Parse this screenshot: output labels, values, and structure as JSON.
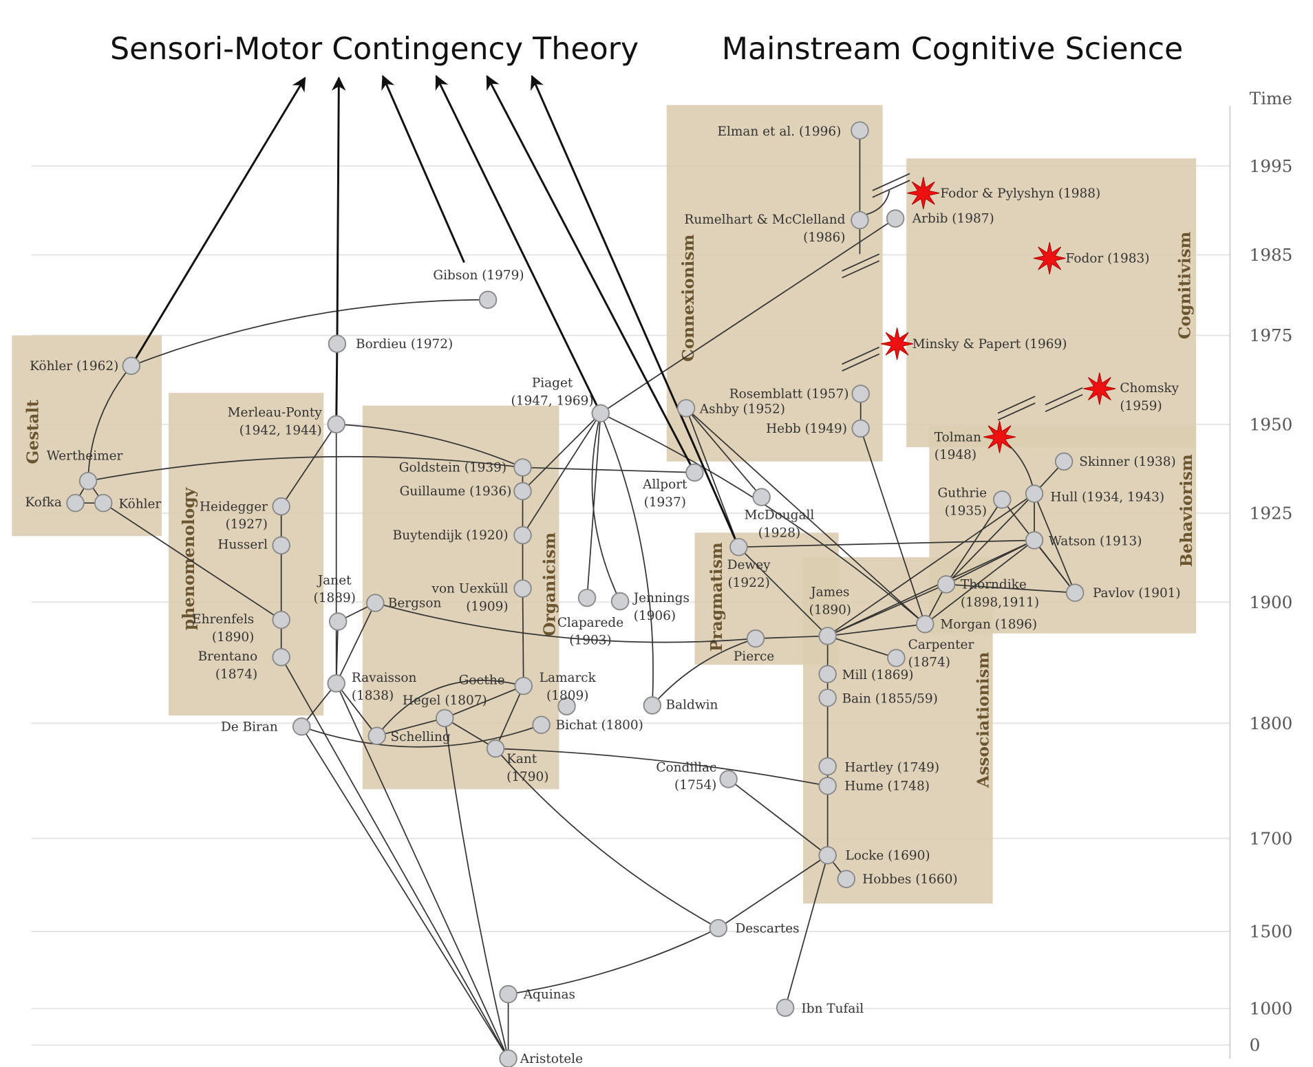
{
  "titles": {
    "left": "Sensori-Motor Contingency Theory",
    "right": "Mainstream Cognitive Science"
  },
  "time_axis": {
    "label": "Time",
    "ticks": [
      "1995",
      "1985",
      "1975",
      "1950",
      "1925",
      "1900",
      "1800",
      "1700",
      "1500",
      "1000",
      "0"
    ]
  },
  "schools": [
    {
      "id": "gestalt",
      "label": "Gestalt"
    },
    {
      "id": "phenomenology",
      "label": "phenomenology"
    },
    {
      "id": "organicism",
      "label": "Organicism"
    },
    {
      "id": "connexionism",
      "label": "Connexionism"
    },
    {
      "id": "cognitivism",
      "label": "Cognitivism"
    },
    {
      "id": "behaviorism",
      "label": "Behaviorism"
    },
    {
      "id": "pragmatism",
      "label": "Pragmatism"
    },
    {
      "id": "associationism",
      "label": "Associationism"
    }
  ],
  "colors": {
    "school_box": "#dccdb0",
    "node": "#cfd0d4",
    "star": "#ee1111"
  },
  "nodes": [
    {
      "id": "k62",
      "lines": [
        "Köhler (1962)"
      ]
    },
    {
      "id": "wert",
      "lines": [
        "Wertheimer"
      ]
    },
    {
      "id": "kofka",
      "lines": [
        "Kofka"
      ]
    },
    {
      "id": "kohler",
      "lines": [
        "Köhler"
      ]
    },
    {
      "id": "gibson",
      "lines": [
        "Gibson (1979)"
      ]
    },
    {
      "id": "bordieu",
      "lines": [
        "Bordieu (1972)"
      ]
    },
    {
      "id": "merleau",
      "lines": [
        "Merleau-Ponty",
        "(1942, 1944)"
      ]
    },
    {
      "id": "heidegger",
      "lines": [
        "Heidegger",
        "(1927)"
      ]
    },
    {
      "id": "husserl",
      "lines": [
        "Husserl"
      ]
    },
    {
      "id": "ehrenfels",
      "lines": [
        "Ehrenfels",
        "(1890)"
      ]
    },
    {
      "id": "brentano",
      "lines": [
        "Brentano",
        "(1874)"
      ]
    },
    {
      "id": "janet",
      "lines": [
        "Janet",
        "(1889)"
      ]
    },
    {
      "id": "bergson",
      "lines": [
        "Bergson"
      ]
    },
    {
      "id": "ravaisson",
      "lines": [
        "Ravaisson",
        "(1838)"
      ]
    },
    {
      "id": "debiran",
      "lines": [
        "De Biran"
      ]
    },
    {
      "id": "goldstein",
      "lines": [
        "Goldstein (1939)"
      ]
    },
    {
      "id": "guillaume",
      "lines": [
        "Guillaume (1936)"
      ]
    },
    {
      "id": "buytendijk",
      "lines": [
        "Buytendijk (1920)"
      ]
    },
    {
      "id": "uexkull",
      "lines": [
        "von Uexküll",
        "(1909)"
      ]
    },
    {
      "id": "goethe",
      "lines": [
        "Goethe"
      ]
    },
    {
      "id": "lamarck",
      "lines": [
        "Lamarck",
        "(1809)"
      ]
    },
    {
      "id": "bichat",
      "lines": [
        "Bichat (1800)"
      ]
    },
    {
      "id": "hegel",
      "lines": [
        "Hegel (1807)"
      ]
    },
    {
      "id": "schelling",
      "lines": [
        "Schelling"
      ]
    },
    {
      "id": "kant",
      "lines": [
        "Kant",
        "(1790)"
      ]
    },
    {
      "id": "piaget",
      "lines": [
        "Piaget",
        "(1947, 1969)"
      ]
    },
    {
      "id": "claparede",
      "lines": [
        "Claparede",
        "(1903)"
      ]
    },
    {
      "id": "jennings",
      "lines": [
        "Jennings",
        "(1906)"
      ]
    },
    {
      "id": "allport",
      "lines": [
        "Allport",
        "(1937)"
      ]
    },
    {
      "id": "baldwin",
      "lines": [
        "Baldwin"
      ]
    },
    {
      "id": "ashby",
      "lines": [
        "Ashby (1952)"
      ]
    },
    {
      "id": "mcdougall",
      "lines": [
        "McDougall",
        "(1928)"
      ]
    },
    {
      "id": "dewey",
      "lines": [
        "Dewey",
        "(1922)"
      ]
    },
    {
      "id": "pierce",
      "lines": [
        "Pierce"
      ]
    },
    {
      "id": "james",
      "lines": [
        "James",
        "(1890)"
      ]
    },
    {
      "id": "carpenter",
      "lines": [
        "Carpenter",
        "(1874)"
      ]
    },
    {
      "id": "mill",
      "lines": [
        "Mill (1869)"
      ]
    },
    {
      "id": "bain",
      "lines": [
        "Bain (1855/59)"
      ]
    },
    {
      "id": "hartley",
      "lines": [
        "Hartley (1749)"
      ]
    },
    {
      "id": "hume",
      "lines": [
        "Hume (1748)"
      ]
    },
    {
      "id": "condillac",
      "lines": [
        "Condillac",
        "(1754)"
      ]
    },
    {
      "id": "locke",
      "lines": [
        "Locke (1690)"
      ]
    },
    {
      "id": "hobbes",
      "lines": [
        "Hobbes (1660)"
      ]
    },
    {
      "id": "descartes",
      "lines": [
        "Descartes"
      ]
    },
    {
      "id": "ibntufail",
      "lines": [
        "Ibn Tufail"
      ]
    },
    {
      "id": "aquinas",
      "lines": [
        "Aquinas"
      ]
    },
    {
      "id": "aristotele",
      "lines": [
        "Aristotele"
      ]
    },
    {
      "id": "elman",
      "lines": [
        "Elman et al. (1996)"
      ]
    },
    {
      "id": "rumelhart",
      "lines": [
        "Rumelhart & McClelland",
        "(1986)"
      ]
    },
    {
      "id": "arbib",
      "lines": [
        "Arbib (1987)"
      ]
    },
    {
      "id": "rosemblatt",
      "lines": [
        "Rosemblatt (1957)"
      ]
    },
    {
      "id": "hebb",
      "lines": [
        "Hebb (1949)"
      ]
    },
    {
      "id": "fodorpyl",
      "lines": [
        "Fodor & Pylyshyn (1988)"
      ],
      "marker": "star"
    },
    {
      "id": "fodor83",
      "lines": [
        "Fodor (1983)"
      ],
      "marker": "star"
    },
    {
      "id": "minsky",
      "lines": [
        "Minsky & Papert (1969)"
      ],
      "marker": "star"
    },
    {
      "id": "chomsky",
      "lines": [
        "Chomsky",
        "(1959)"
      ],
      "marker": "star"
    },
    {
      "id": "tolman",
      "lines": [
        "Tolman",
        "(1948)"
      ],
      "marker": "star"
    },
    {
      "id": "skinner",
      "lines": [
        "Skinner (1938)"
      ]
    },
    {
      "id": "hull",
      "lines": [
        "Hull (1934, 1943)"
      ]
    },
    {
      "id": "guthrie",
      "lines": [
        "Guthrie",
        "(1935)"
      ]
    },
    {
      "id": "watson",
      "lines": [
        "Watson (1913)"
      ]
    },
    {
      "id": "thorndike",
      "lines": [
        "Thorndike",
        "(1898,1911)"
      ]
    },
    {
      "id": "pavlov",
      "lines": [
        "Pavlov (1901)"
      ]
    },
    {
      "id": "morgan",
      "lines": [
        "Morgan (1896)"
      ]
    }
  ],
  "edges": [
    [
      "kofka",
      "wert"
    ],
    [
      "kohler",
      "wert"
    ],
    [
      "kofka",
      "kohler"
    ],
    [
      "wert",
      "k62"
    ],
    [
      "k62",
      "gibson"
    ],
    [
      "wert",
      "goldstein"
    ],
    [
      "kohler",
      "ehrenfels"
    ],
    [
      "merleau",
      "bordieu"
    ],
    [
      "merleau",
      "goldstein"
    ],
    [
      "merleau",
      "heidegger"
    ],
    [
      "heidegger",
      "husserl"
    ],
    [
      "husserl",
      "ehrenfels"
    ],
    [
      "ehrenfels",
      "brentano"
    ],
    [
      "brentano",
      "aristotele"
    ],
    [
      "merleau",
      "ravaisson"
    ],
    [
      "janet",
      "ravaisson"
    ],
    [
      "bergson",
      "ravaisson"
    ],
    [
      "bergson",
      "pierce"
    ],
    [
      "ravaisson",
      "debiran"
    ],
    [
      "ravaisson",
      "schelling"
    ],
    [
      "ravaisson",
      "aristotele"
    ],
    [
      "debiran",
      "aristotele"
    ],
    [
      "debiran",
      "bichat"
    ],
    [
      "goldstein",
      "guillaume"
    ],
    [
      "guillaume",
      "buytendijk"
    ],
    [
      "buytendijk",
      "uexkull"
    ],
    [
      "uexkull",
      "goethe"
    ],
    [
      "goldstein",
      "allport"
    ],
    [
      "guillaume",
      "piaget"
    ],
    [
      "buytendijk",
      "piaget"
    ],
    [
      "piaget",
      "claparede"
    ],
    [
      "piaget",
      "jennings"
    ],
    [
      "piaget",
      "baldwin"
    ],
    [
      "piaget",
      "arbib"
    ],
    [
      "piaget",
      "morgan"
    ],
    [
      "schelling",
      "goethe"
    ],
    [
      "schelling",
      "hegel"
    ],
    [
      "hegel",
      "goethe"
    ],
    [
      "hegel",
      "kant"
    ],
    [
      "hegel",
      "aristotele"
    ],
    [
      "goethe",
      "kant"
    ],
    [
      "kant",
      "descartes"
    ],
    [
      "kant",
      "hume"
    ],
    [
      "descartes",
      "aquinas"
    ],
    [
      "aquinas",
      "aristotele"
    ],
    [
      "descartes",
      "locke"
    ],
    [
      "condillac",
      "locke"
    ],
    [
      "locke",
      "hobbes"
    ],
    [
      "locke",
      "ibntufail"
    ],
    [
      "james",
      "mill"
    ],
    [
      "mill",
      "bain"
    ],
    [
      "bain",
      "hartley"
    ],
    [
      "hartley",
      "hume"
    ],
    [
      "hume",
      "locke"
    ],
    [
      "james",
      "pierce"
    ],
    [
      "pierce",
      "baldwin"
    ],
    [
      "james",
      "dewey"
    ],
    [
      "james",
      "thorndike"
    ],
    [
      "james",
      "hull"
    ],
    [
      "james",
      "watson"
    ],
    [
      "james",
      "morgan"
    ],
    [
      "james",
      "carpenter"
    ],
    [
      "dewey",
      "watson"
    ],
    [
      "ashby",
      "mcdougall"
    ],
    [
      "ashby",
      "dewey"
    ],
    [
      "ashby",
      "morgan"
    ],
    [
      "hebb",
      "rosemblatt"
    ],
    [
      "hebb",
      "morgan"
    ],
    [
      "elman",
      "rumelhart"
    ],
    [
      "thorndike",
      "watson"
    ],
    [
      "thorndike",
      "hull"
    ],
    [
      "thorndike",
      "guthrie"
    ],
    [
      "thorndike",
      "pavlov"
    ],
    [
      "watson",
      "pavlov"
    ],
    [
      "hull",
      "pavlov"
    ],
    [
      "guthrie",
      "pavlov"
    ],
    [
      "hull",
      "skinner"
    ],
    [
      "hull",
      "tolman"
    ],
    [
      "watson",
      "hull"
    ],
    [
      "morgan",
      "thorndike"
    ],
    [
      "morgan",
      "watson"
    ],
    [
      "janet",
      "bergson"
    ]
  ],
  "arrows_to_smc": [
    "k62",
    "bordieu",
    "gibson",
    "piaget",
    "allport",
    "dewey"
  ]
}
